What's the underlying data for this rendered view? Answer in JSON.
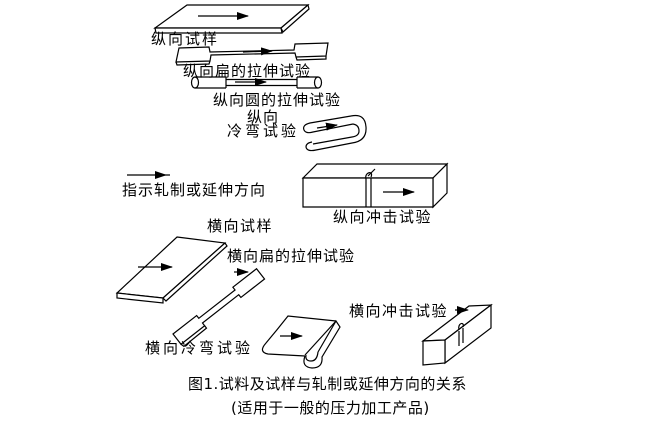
{
  "figure": {
    "labels": {
      "longitudinal_specimen": "纵向试样",
      "longitudinal_flat_tensile": "纵向扁的拉伸试验",
      "longitudinal_round_tensile": "纵向圆的拉伸试验",
      "longitudinal_cold_bend_line1": "纵向",
      "longitudinal_cold_bend_line2": "冷弯试验",
      "direction_legend": "指示轧制或延伸方向",
      "longitudinal_impact": "纵向冲击试验",
      "transverse_specimen": "横向试样",
      "transverse_flat_tensile": "横向扁的拉伸试验",
      "transverse_cold_bend": "横向冷弯试验",
      "transverse_impact": "横向冲击试验"
    },
    "caption_line1": "图1.试料及试样与轧制或延伸方向的关系",
    "caption_line2": "(适用于一般的压力加工产品)",
    "colors": {
      "ink": "#000000",
      "background": "#ffffff"
    }
  }
}
